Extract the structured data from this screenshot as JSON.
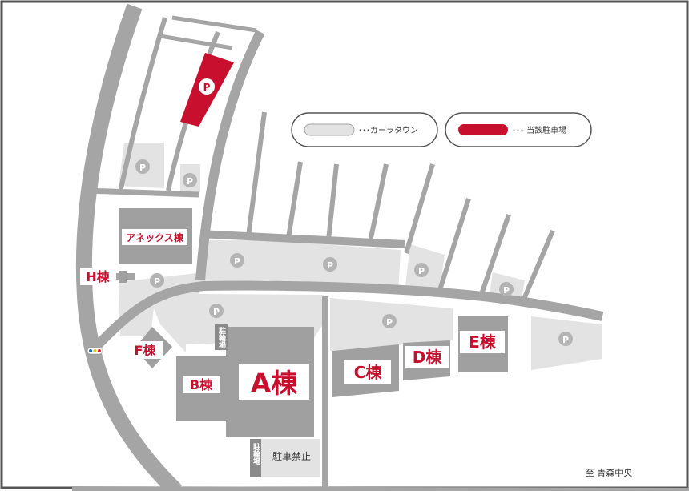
{
  "legend": {
    "garage_town": "･･･ガーラタウン",
    "target_parking": "･･･ 当該駐車場"
  },
  "buildings": {
    "a": "A棟",
    "b": "B棟",
    "c": "C棟",
    "d": "D棟",
    "e": "E棟",
    "f": "F棟",
    "h": "H棟",
    "annex": "アネックス棟"
  },
  "labels": {
    "parking_lot_1": "駐輪場",
    "parking_lot_2": "駐輪場",
    "no_parking": "駐車禁止",
    "direction": "至 青森中央"
  },
  "parking_marker": "P",
  "colors": {
    "accent_red": "#c8102e",
    "road_gray": "#a5a5a5",
    "building_gray": "#a0a0a0",
    "lot_gray": "#e3e3e3",
    "marker_gray": "#b4b4b4"
  }
}
